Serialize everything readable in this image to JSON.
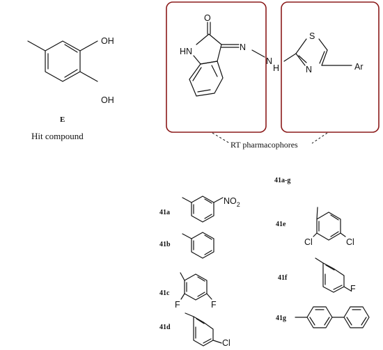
{
  "hit": {
    "label": "E",
    "caption": "Hit compound",
    "oh_top": "OH",
    "oh_bottom": "OH"
  },
  "scaffold": {
    "o": "O",
    "hn": "HN",
    "n1": "N",
    "n2": "N",
    "h": "H",
    "s": "S",
    "n3": "N",
    "ar": "Ar",
    "caption": "RT pharmacophores"
  },
  "series_label": "41a-g",
  "substituents": [
    {
      "id": "41a",
      "groups": [
        "NO2"
      ]
    },
    {
      "id": "41b",
      "groups": []
    },
    {
      "id": "41c",
      "groups": [
        "F",
        "F"
      ]
    },
    {
      "id": "41d",
      "groups": [
        "Cl"
      ]
    },
    {
      "id": "41e",
      "groups": [
        "Cl",
        "Cl"
      ]
    },
    {
      "id": "41f",
      "groups": [
        "F"
      ]
    },
    {
      "id": "41g",
      "groups": []
    }
  ],
  "colors": {
    "box": "#8b1a1a",
    "ink": "#111111"
  }
}
